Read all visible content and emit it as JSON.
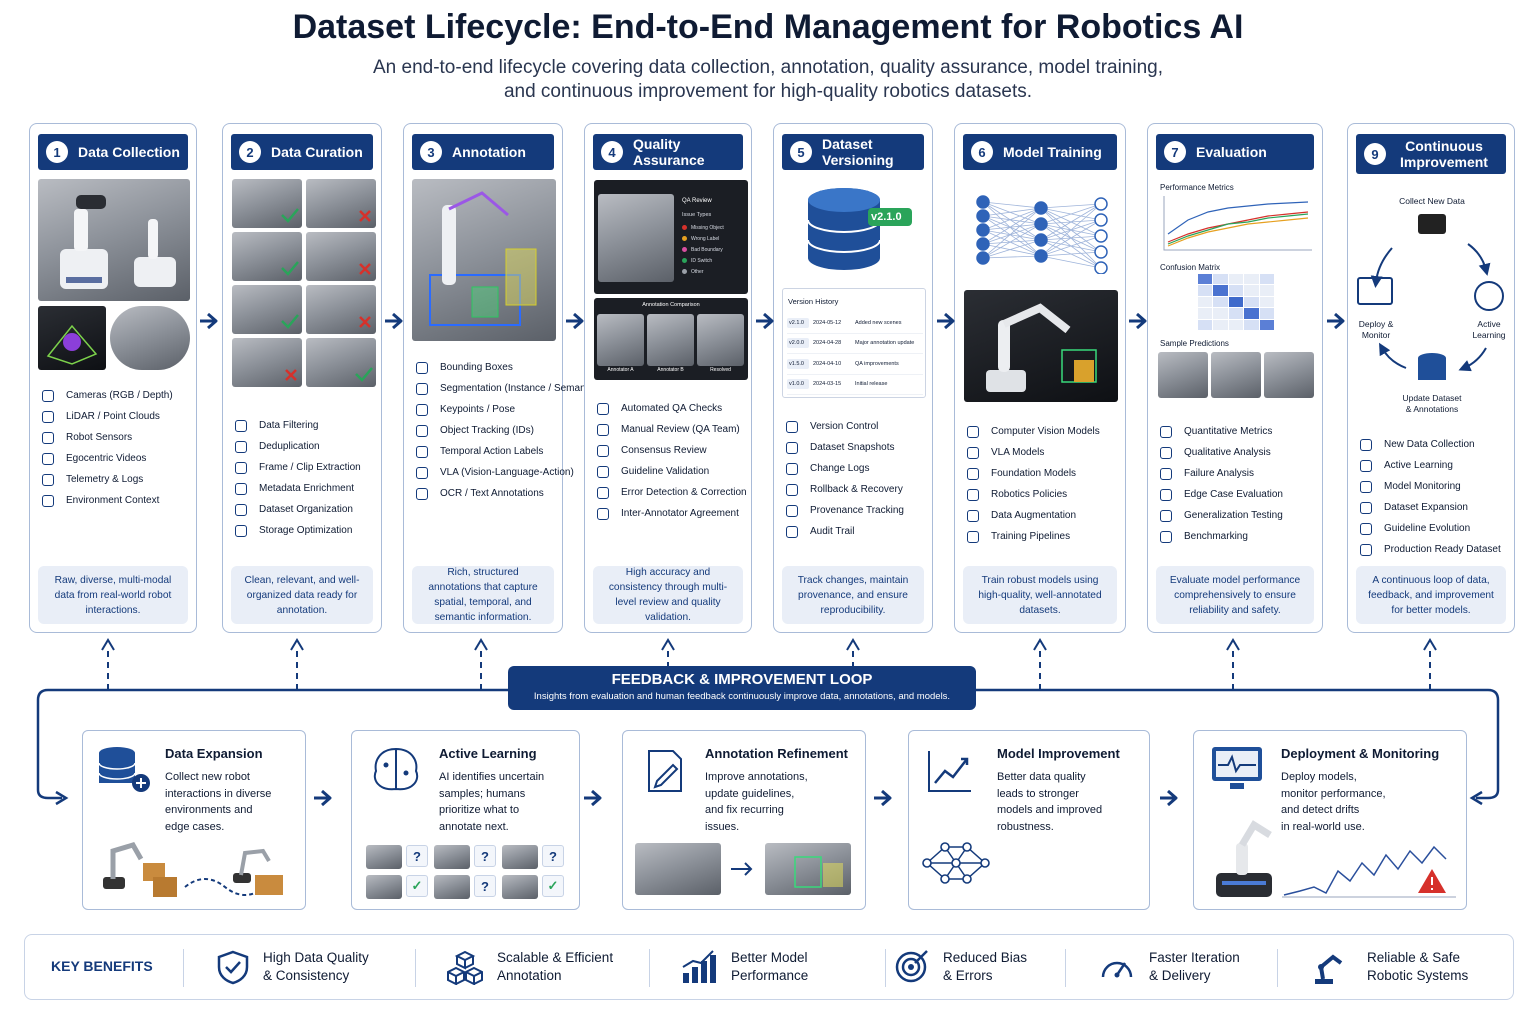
{
  "title": "Dataset Lifecycle: End-to-End Management for Robotics AI",
  "subtitle_line1": "An end-to-end lifecycle covering data collection, annotation, quality assurance, model training,",
  "subtitle_line2": "and continuous improvement for high-quality robotics datasets.",
  "stages": [
    {
      "num": "1",
      "name": "Data Collection",
      "items": [
        "Cameras (RGB / Depth)",
        "LiDAR / Point Clouds",
        "Robot Sensors",
        "Egocentric Videos",
        "Telemetry & Logs",
        "Environment Context"
      ],
      "footer": "Raw, diverse, multi-modal data from real-world robot interactions."
    },
    {
      "num": "2",
      "name": "Data Curation",
      "items": [
        "Data Filtering",
        "Deduplication",
        "Frame / Clip Extraction",
        "Metadata Enrichment",
        "Dataset Organization",
        "Storage Optimization"
      ],
      "footer": "Clean, relevant, and well-organized data ready for annotation."
    },
    {
      "num": "3",
      "name": "Annotation",
      "items": [
        "Bounding Boxes",
        "Segmentation (Instance / Semantic)",
        "Keypoints / Pose",
        "Object Tracking (IDs)",
        "Temporal Action Labels",
        "VLA (Vision-Language-Action)",
        "OCR / Text Annotations"
      ],
      "footer": "Rich, structured annotations that capture spatial, temporal, and semantic information."
    },
    {
      "num": "4",
      "name": "Quality Assurance",
      "items": [
        "Automated QA Checks",
        "Manual Review (QA Team)",
        "Consensus Review",
        "Guideline Validation",
        "Error Detection & Correction",
        "Inter-Annotator Agreement"
      ],
      "footer": "High accuracy and consistency through multi-level review and quality validation."
    },
    {
      "num": "5",
      "name": "Dataset Versioning",
      "items": [
        "Version Control",
        "Dataset Snapshots",
        "Change Logs",
        "Rollback & Recovery",
        "Provenance Tracking",
        "Audit Trail"
      ],
      "footer": "Track changes, maintain provenance, and ensure reproducibility."
    },
    {
      "num": "6",
      "name": "Model Training",
      "items": [
        "Computer Vision Models",
        "VLA Models",
        "Foundation Models",
        "Robotics Policies",
        "Data Augmentation",
        "Training Pipelines"
      ],
      "footer": "Train robust models using high-quality, well-annotated datasets."
    },
    {
      "num": "7",
      "name": "Evaluation",
      "items": [
        "Quantitative Metrics",
        "Qualitative Analysis",
        "Failure Analysis",
        "Edge Case Evaluation",
        "Generalization Testing",
        "Benchmarking"
      ],
      "footer": "Evaluate model performance comprehensively to ensure reliability and safety."
    },
    {
      "num": "9",
      "name_line1": "Continuous",
      "name_line2": "Improvement",
      "items": [
        "New Data Collection",
        "Active Learning",
        "Model Monitoring",
        "Dataset Expansion",
        "Guideline Evolution",
        "Production Ready Dataset"
      ],
      "footer": "A continuous loop of data, feedback, and improvement for better models."
    }
  ],
  "qa_panel": {
    "title": "QA Review",
    "subtitle": "Issue Types",
    "issues": [
      "Missing Object",
      "Wrong Label",
      "Bad Boundary",
      "ID Switch",
      "Other"
    ],
    "comparison": "Annotation Comparison",
    "cols": [
      "Annotator A",
      "Annotator B",
      "Resolved"
    ]
  },
  "versioning": {
    "badge": "v2.1.0",
    "history_title": "Version History",
    "rows": [
      {
        "v": "v2.1.0",
        "date": "2024-05-12",
        "note": "Added new scenes"
      },
      {
        "v": "v2.0.0",
        "date": "2024-04-28",
        "note": "Major annotation update"
      },
      {
        "v": "v1.5.0",
        "date": "2024-04-10",
        "note": "QA improvements"
      },
      {
        "v": "v1.0.0",
        "date": "2024-03-15",
        "note": "Initial release"
      }
    ]
  },
  "evaluation": {
    "metrics": "Performance Metrics",
    "matrix": "Confusion Matrix",
    "samples": "Sample Predictions"
  },
  "loop": {
    "collect": "Collect New Data",
    "deploy_line1": "Deploy &",
    "deploy_line2": "Monitor",
    "active_line1": "Active",
    "active_line2": "Learning",
    "update_line1": "Update Dataset",
    "update_line2": "& Annotations"
  },
  "feedback": {
    "title": "FEEDBACK & IMPROVEMENT LOOP",
    "text": "Insights from evaluation and human feedback continuously improve data, annotations, and models."
  },
  "cards": [
    {
      "title": "Data Expansion",
      "lines": [
        "Collect new robot",
        "interactions in diverse",
        "environments and",
        "edge cases."
      ]
    },
    {
      "title": "Active Learning",
      "lines": [
        "AI identifies uncertain",
        "samples; humans",
        "prioritize what to",
        "annotate next."
      ]
    },
    {
      "title": "Annotation Refinement",
      "lines": [
        "Improve annotations,",
        "update guidelines,",
        "and fix recurring",
        "issues."
      ]
    },
    {
      "title": "Model Improvement",
      "lines": [
        "Better data quality",
        "leads to stronger",
        "models and improved",
        "robustness."
      ]
    },
    {
      "title": "Deployment & Monitoring",
      "lines": [
        "Deploy models,",
        "monitor performance,",
        "and detect drifts",
        "in real-world use."
      ]
    }
  ],
  "benefits_label": "KEY BENEFITS",
  "benefits": [
    {
      "l1": "High Data Quality",
      "l2": "& Consistency"
    },
    {
      "l1": "Scalable & Efficient",
      "l2": "Annotation"
    },
    {
      "l1": "Better Model",
      "l2": "Performance"
    },
    {
      "l1": "Reduced Bias",
      "l2": "& Errors"
    },
    {
      "l1": "Faster Iteration",
      "l2": "& Delivery"
    },
    {
      "l1": "Reliable & Safe",
      "l2": "Robotic Systems"
    }
  ],
  "colors": {
    "navy": "#143a7b",
    "border": "#a9bbd8",
    "footer_bg": "#e9eef7"
  }
}
